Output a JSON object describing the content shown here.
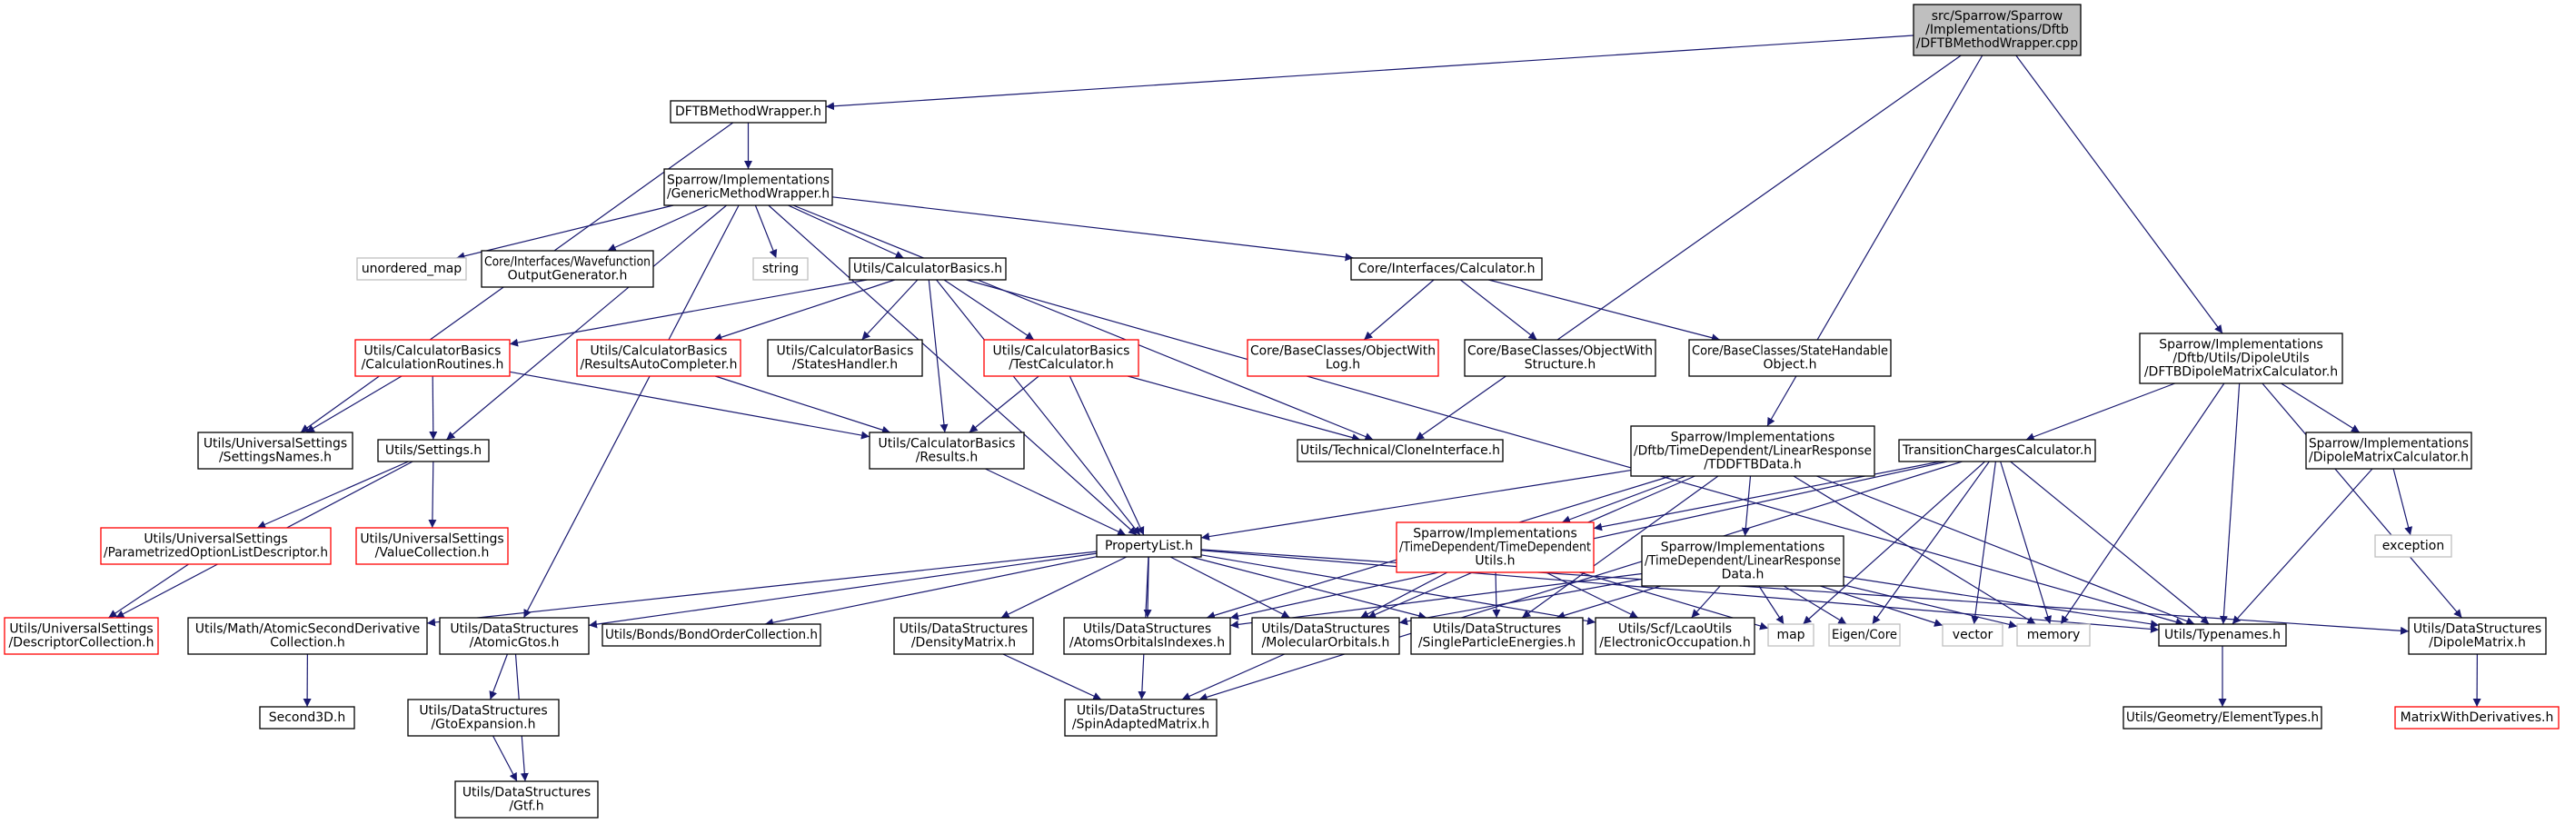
{
  "colors": {
    "edge": "#191970",
    "border_normal": "#000000",
    "border_truncated": "#ff0000",
    "border_external": "#bfbfbf",
    "fill_root": "#bfbfbf",
    "fill_normal": "#ffffff"
  },
  "nodes": [
    {
      "id": "root",
      "lines": [
        "src/Sparrow/Sparrow",
        "/Implementations/Dftb",
        "/DFTBMethodWrapper.cpp"
      ],
      "style": "root"
    },
    {
      "id": "dftbwrap",
      "lines": [
        "DFTBMethodWrapper.h"
      ],
      "style": "normal"
    },
    {
      "id": "generic",
      "lines": [
        "Sparrow/Implementations",
        "/GenericMethodWrapper.h"
      ],
      "style": "normal"
    },
    {
      "id": "unordered_map",
      "lines": [
        "unordered_map"
      ],
      "style": "external"
    },
    {
      "id": "wavefn",
      "lines": [
        "Core/Interfaces/Wavefunction",
        "OutputGenerator.h"
      ],
      "style": "normal"
    },
    {
      "id": "string",
      "lines": [
        "string"
      ],
      "style": "external"
    },
    {
      "id": "calcbasics",
      "lines": [
        "Utils/CalculatorBasics.h"
      ],
      "style": "normal"
    },
    {
      "id": "calcif",
      "lines": [
        "Core/Interfaces/Calculator.h"
      ],
      "style": "normal"
    },
    {
      "id": "calcroutines",
      "lines": [
        "Utils/CalculatorBasics",
        "/CalculationRoutines.h"
      ],
      "style": "truncated"
    },
    {
      "id": "resautocomp",
      "lines": [
        "Utils/CalculatorBasics",
        "/ResultsAutoCompleter.h"
      ],
      "style": "truncated"
    },
    {
      "id": "stateshandler",
      "lines": [
        "Utils/CalculatorBasics",
        "/StatesHandler.h"
      ],
      "style": "normal"
    },
    {
      "id": "testcalc",
      "lines": [
        "Utils/CalculatorBasics",
        "/TestCalculator.h"
      ],
      "style": "truncated"
    },
    {
      "id": "objlog",
      "lines": [
        "Core/BaseClasses/ObjectWith",
        "Log.h"
      ],
      "style": "truncated"
    },
    {
      "id": "objstruct",
      "lines": [
        "Core/BaseClasses/ObjectWith",
        "Structure.h"
      ],
      "style": "normal"
    },
    {
      "id": "statehandable",
      "lines": [
        "Core/BaseClasses/StateHandable",
        "Object.h"
      ],
      "style": "normal"
    },
    {
      "id": "dipolematcalc",
      "lines": [
        "Sparrow/Implementations",
        "/Dftb/Utils/DipoleUtils",
        "/DFTBDipoleMatrixCalculator.h"
      ],
      "style": "normal"
    },
    {
      "id": "settingsnames",
      "lines": [
        "Utils/UniversalSettings",
        "/SettingsNames.h"
      ],
      "style": "normal"
    },
    {
      "id": "settings",
      "lines": [
        "Utils/Settings.h"
      ],
      "style": "normal"
    },
    {
      "id": "results",
      "lines": [
        "Utils/CalculatorBasics",
        "/Results.h"
      ],
      "style": "normal"
    },
    {
      "id": "clone",
      "lines": [
        "Utils/Technical/CloneInterface.h"
      ],
      "style": "normal"
    },
    {
      "id": "tddftb",
      "lines": [
        "Sparrow/Implementations",
        "/Dftb/TimeDependent/LinearResponse",
        "/TDDFTBData.h"
      ],
      "style": "normal"
    },
    {
      "id": "transcharges",
      "lines": [
        "TransitionChargesCalculator.h"
      ],
      "style": "normal"
    },
    {
      "id": "dipolecalc",
      "lines": [
        "Sparrow/Implementations",
        "/DipoleMatrixCalculator.h"
      ],
      "style": "normal"
    },
    {
      "id": "paramoption",
      "lines": [
        "Utils/UniversalSettings",
        "/ParametrizedOptionListDescriptor.h"
      ],
      "style": "truncated"
    },
    {
      "id": "valuecoll",
      "lines": [
        "Utils/UniversalSettings",
        "/ValueCollection.h"
      ],
      "style": "truncated"
    },
    {
      "id": "propertylist",
      "lines": [
        "PropertyList.h"
      ],
      "style": "normal"
    },
    {
      "id": "tdutils",
      "lines": [
        "Sparrow/Implementations",
        "/TimeDependent/TimeDependent",
        "Utils.h"
      ],
      "style": "truncated"
    },
    {
      "id": "lrdata",
      "lines": [
        "Sparrow/Implementations",
        "/TimeDependent/LinearResponse",
        "Data.h"
      ],
      "style": "normal"
    },
    {
      "id": "exception",
      "lines": [
        "exception"
      ],
      "style": "external"
    },
    {
      "id": "desccoll",
      "lines": [
        "Utils/UniversalSettings",
        "/DescriptorCollection.h"
      ],
      "style": "truncated"
    },
    {
      "id": "secondderiv",
      "lines": [
        "Utils/Math/AtomicSecondDerivative",
        "Collection.h"
      ],
      "style": "normal"
    },
    {
      "id": "atomicgtos",
      "lines": [
        "Utils/DataStructures",
        "/AtomicGtos.h"
      ],
      "style": "normal"
    },
    {
      "id": "bondorder",
      "lines": [
        "Utils/Bonds/BondOrderCollection.h"
      ],
      "style": "normal"
    },
    {
      "id": "densitymat",
      "lines": [
        "Utils/DataStructures",
        "/DensityMatrix.h"
      ],
      "style": "normal"
    },
    {
      "id": "aoindexes",
      "lines": [
        "Utils/DataStructures",
        "/AtomsOrbitalsIndexes.h"
      ],
      "style": "normal"
    },
    {
      "id": "molorbitals",
      "lines": [
        "Utils/DataStructures",
        "/MolecularOrbitals.h"
      ],
      "style": "normal"
    },
    {
      "id": "spenergies",
      "lines": [
        "Utils/DataStructures",
        "/SingleParticleEnergies.h"
      ],
      "style": "normal"
    },
    {
      "id": "eloccupation",
      "lines": [
        "Utils/Scf/LcaoUtils",
        "/ElectronicOccupation.h"
      ],
      "style": "normal"
    },
    {
      "id": "map",
      "lines": [
        "map"
      ],
      "style": "external"
    },
    {
      "id": "eigen",
      "lines": [
        "Eigen/Core"
      ],
      "style": "external"
    },
    {
      "id": "vector",
      "lines": [
        "vector"
      ],
      "style": "external"
    },
    {
      "id": "memory",
      "lines": [
        "memory"
      ],
      "style": "external"
    },
    {
      "id": "typenames",
      "lines": [
        "Utils/Typenames.h"
      ],
      "style": "normal"
    },
    {
      "id": "dipolematrix",
      "lines": [
        "Utils/DataStructures",
        "/DipoleMatrix.h"
      ],
      "style": "normal"
    },
    {
      "id": "second3d",
      "lines": [
        "Second3D.h"
      ],
      "style": "normal"
    },
    {
      "id": "gtoexp",
      "lines": [
        "Utils/DataStructures",
        "/GtoExpansion.h"
      ],
      "style": "normal"
    },
    {
      "id": "spinadapted",
      "lines": [
        "Utils/DataStructures",
        "/SpinAdaptedMatrix.h"
      ],
      "style": "normal"
    },
    {
      "id": "elementtypes",
      "lines": [
        "Utils/Geometry/ElementTypes.h"
      ],
      "style": "normal"
    },
    {
      "id": "matrixderiv",
      "lines": [
        "MatrixWithDerivatives.h"
      ],
      "style": "truncated"
    },
    {
      "id": "gtf",
      "lines": [
        "Utils/DataStructures",
        "/Gtf.h"
      ],
      "style": "normal"
    }
  ],
  "edges": [
    [
      "root",
      "dftbwrap"
    ],
    [
      "root",
      "clone"
    ],
    [
      "root",
      "tddftb"
    ],
    [
      "root",
      "dipolematcalc"
    ],
    [
      "dftbwrap",
      "generic"
    ],
    [
      "dftbwrap",
      "settingsnames"
    ],
    [
      "generic",
      "unordered_map"
    ],
    [
      "generic",
      "wavefn"
    ],
    [
      "generic",
      "string"
    ],
    [
      "generic",
      "calcbasics"
    ],
    [
      "generic",
      "calcif"
    ],
    [
      "generic",
      "settings"
    ],
    [
      "generic",
      "atomicgtos"
    ],
    [
      "generic",
      "clone"
    ],
    [
      "generic",
      "propertylist"
    ],
    [
      "calcbasics",
      "calcroutines"
    ],
    [
      "calcbasics",
      "resautocomp"
    ],
    [
      "calcbasics",
      "stateshandler"
    ],
    [
      "calcbasics",
      "testcalc"
    ],
    [
      "calcbasics",
      "results"
    ],
    [
      "calcbasics",
      "propertylist"
    ],
    [
      "calcbasics",
      "typenames"
    ],
    [
      "calcif",
      "objlog"
    ],
    [
      "calcif",
      "objstruct"
    ],
    [
      "calcif",
      "statehandable"
    ],
    [
      "calcroutines",
      "settingsnames"
    ],
    [
      "calcroutines",
      "settings"
    ],
    [
      "calcroutines",
      "results"
    ],
    [
      "resautocomp",
      "results"
    ],
    [
      "testcalc",
      "results"
    ],
    [
      "testcalc",
      "propertylist"
    ],
    [
      "testcalc",
      "clone"
    ],
    [
      "results",
      "propertylist"
    ],
    [
      "settings",
      "paramoption"
    ],
    [
      "settings",
      "valuecoll"
    ],
    [
      "settings",
      "desccoll"
    ],
    [
      "paramoption",
      "desccoll"
    ],
    [
      "dipolematcalc",
      "transcharges"
    ],
    [
      "dipolematcalc",
      "dipolecalc"
    ],
    [
      "dipolematcalc",
      "typenames"
    ],
    [
      "dipolematcalc",
      "memory"
    ],
    [
      "dipolematcalc",
      "dipolematrix"
    ],
    [
      "tddftb",
      "propertylist"
    ],
    [
      "tddftb",
      "tdutils"
    ],
    [
      "tddftb",
      "lrdata"
    ],
    [
      "tddftb",
      "molorbitals"
    ],
    [
      "tddftb",
      "spenergies"
    ],
    [
      "tddftb",
      "aoindexes"
    ],
    [
      "tddftb",
      "memory"
    ],
    [
      "tddftb",
      "typenames"
    ],
    [
      "transcharges",
      "tdutils"
    ],
    [
      "transcharges",
      "map"
    ],
    [
      "transcharges",
      "eigen"
    ],
    [
      "transcharges",
      "vector"
    ],
    [
      "transcharges",
      "memory"
    ],
    [
      "transcharges",
      "typenames"
    ],
    [
      "transcharges",
      "aoindexes"
    ],
    [
      "transcharges",
      "spinadapted"
    ],
    [
      "dipolecalc",
      "exception"
    ],
    [
      "dipolecalc",
      "typenames"
    ],
    [
      "propertylist",
      "secondderiv"
    ],
    [
      "propertylist",
      "atomicgtos"
    ],
    [
      "propertylist",
      "bondorder"
    ],
    [
      "propertylist",
      "densitymat"
    ],
    [
      "propertylist",
      "aoindexes"
    ],
    [
      "propertylist",
      "molorbitals"
    ],
    [
      "propertylist",
      "spenergies"
    ],
    [
      "propertylist",
      "eloccupation"
    ],
    [
      "propertylist",
      "dipolematrix"
    ],
    [
      "propertylist",
      "typenames"
    ],
    [
      "propertylist",
      "spinadapted"
    ],
    [
      "tdutils",
      "molorbitals"
    ],
    [
      "tdutils",
      "spenergies"
    ],
    [
      "tdutils",
      "eloccupation"
    ],
    [
      "tdutils",
      "map"
    ],
    [
      "lrdata",
      "aoindexes"
    ],
    [
      "lrdata",
      "molorbitals"
    ],
    [
      "lrdata",
      "spenergies"
    ],
    [
      "lrdata",
      "eloccupation"
    ],
    [
      "lrdata",
      "map"
    ],
    [
      "lrdata",
      "eigen"
    ],
    [
      "lrdata",
      "vector"
    ],
    [
      "lrdata",
      "memory"
    ],
    [
      "lrdata",
      "typenames"
    ],
    [
      "secondderiv",
      "second3d"
    ],
    [
      "atomicgtos",
      "gtoexp"
    ],
    [
      "atomicgtos",
      "gtf"
    ],
    [
      "gtoexp",
      "gtf"
    ],
    [
      "densitymat",
      "spinadapted"
    ],
    [
      "molorbitals",
      "spinadapted"
    ],
    [
      "typenames",
      "elementtypes"
    ],
    [
      "dipolematrix",
      "matrixderiv"
    ]
  ]
}
